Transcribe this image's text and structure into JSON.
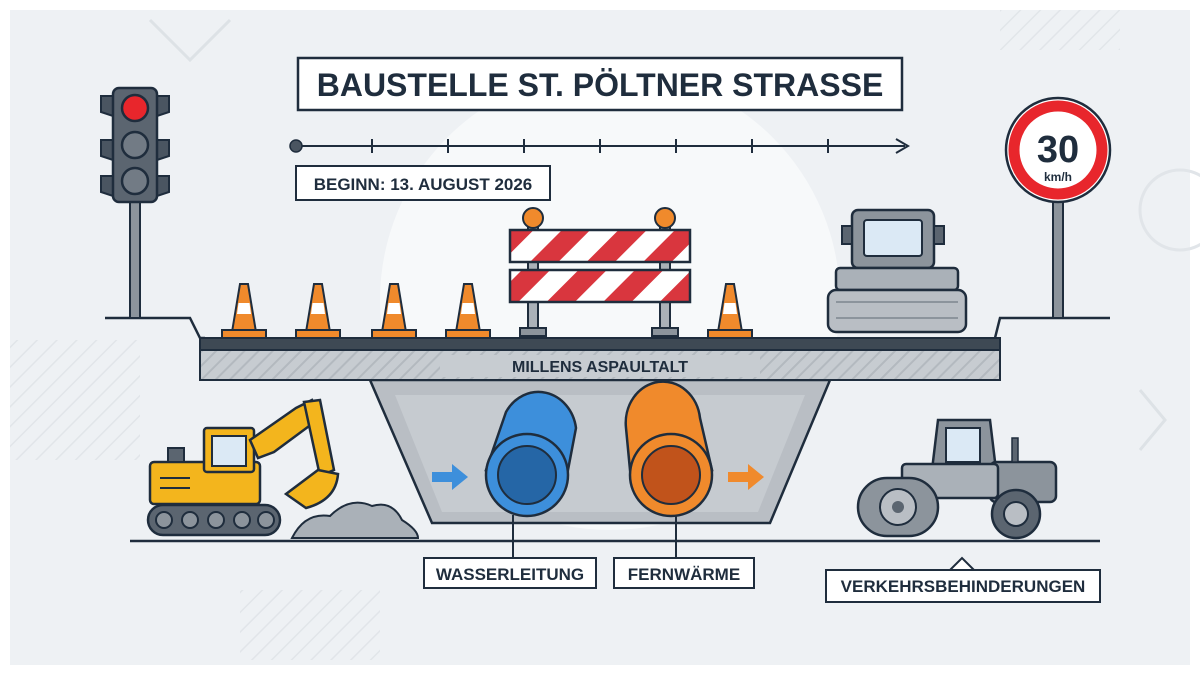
{
  "title": "BAUSTELLE ST. PÖLTNER STRASSE",
  "start_label": "BEGINN: 13. AUGUST 2026",
  "speed_sign": {
    "value": "30",
    "unit": "km/h"
  },
  "road_layer_label": "MILLENS ASPAULTALT",
  "pipes": [
    {
      "label": "WASSERLEITUNG",
      "color": "#3d8fdb"
    },
    {
      "label": "FERNWÄRME",
      "color": "#f08a2c"
    }
  ],
  "traffic_label": "VERKEHRSBEHINDERUNGEN",
  "colors": {
    "navy": "#1f2d3d",
    "cone_orange": "#f08a2c",
    "barrier_red": "#d9363e",
    "traffic_light_red": "#e8262c",
    "excavator_yellow": "#f3b51d",
    "machine_gray": "#8c949c"
  }
}
